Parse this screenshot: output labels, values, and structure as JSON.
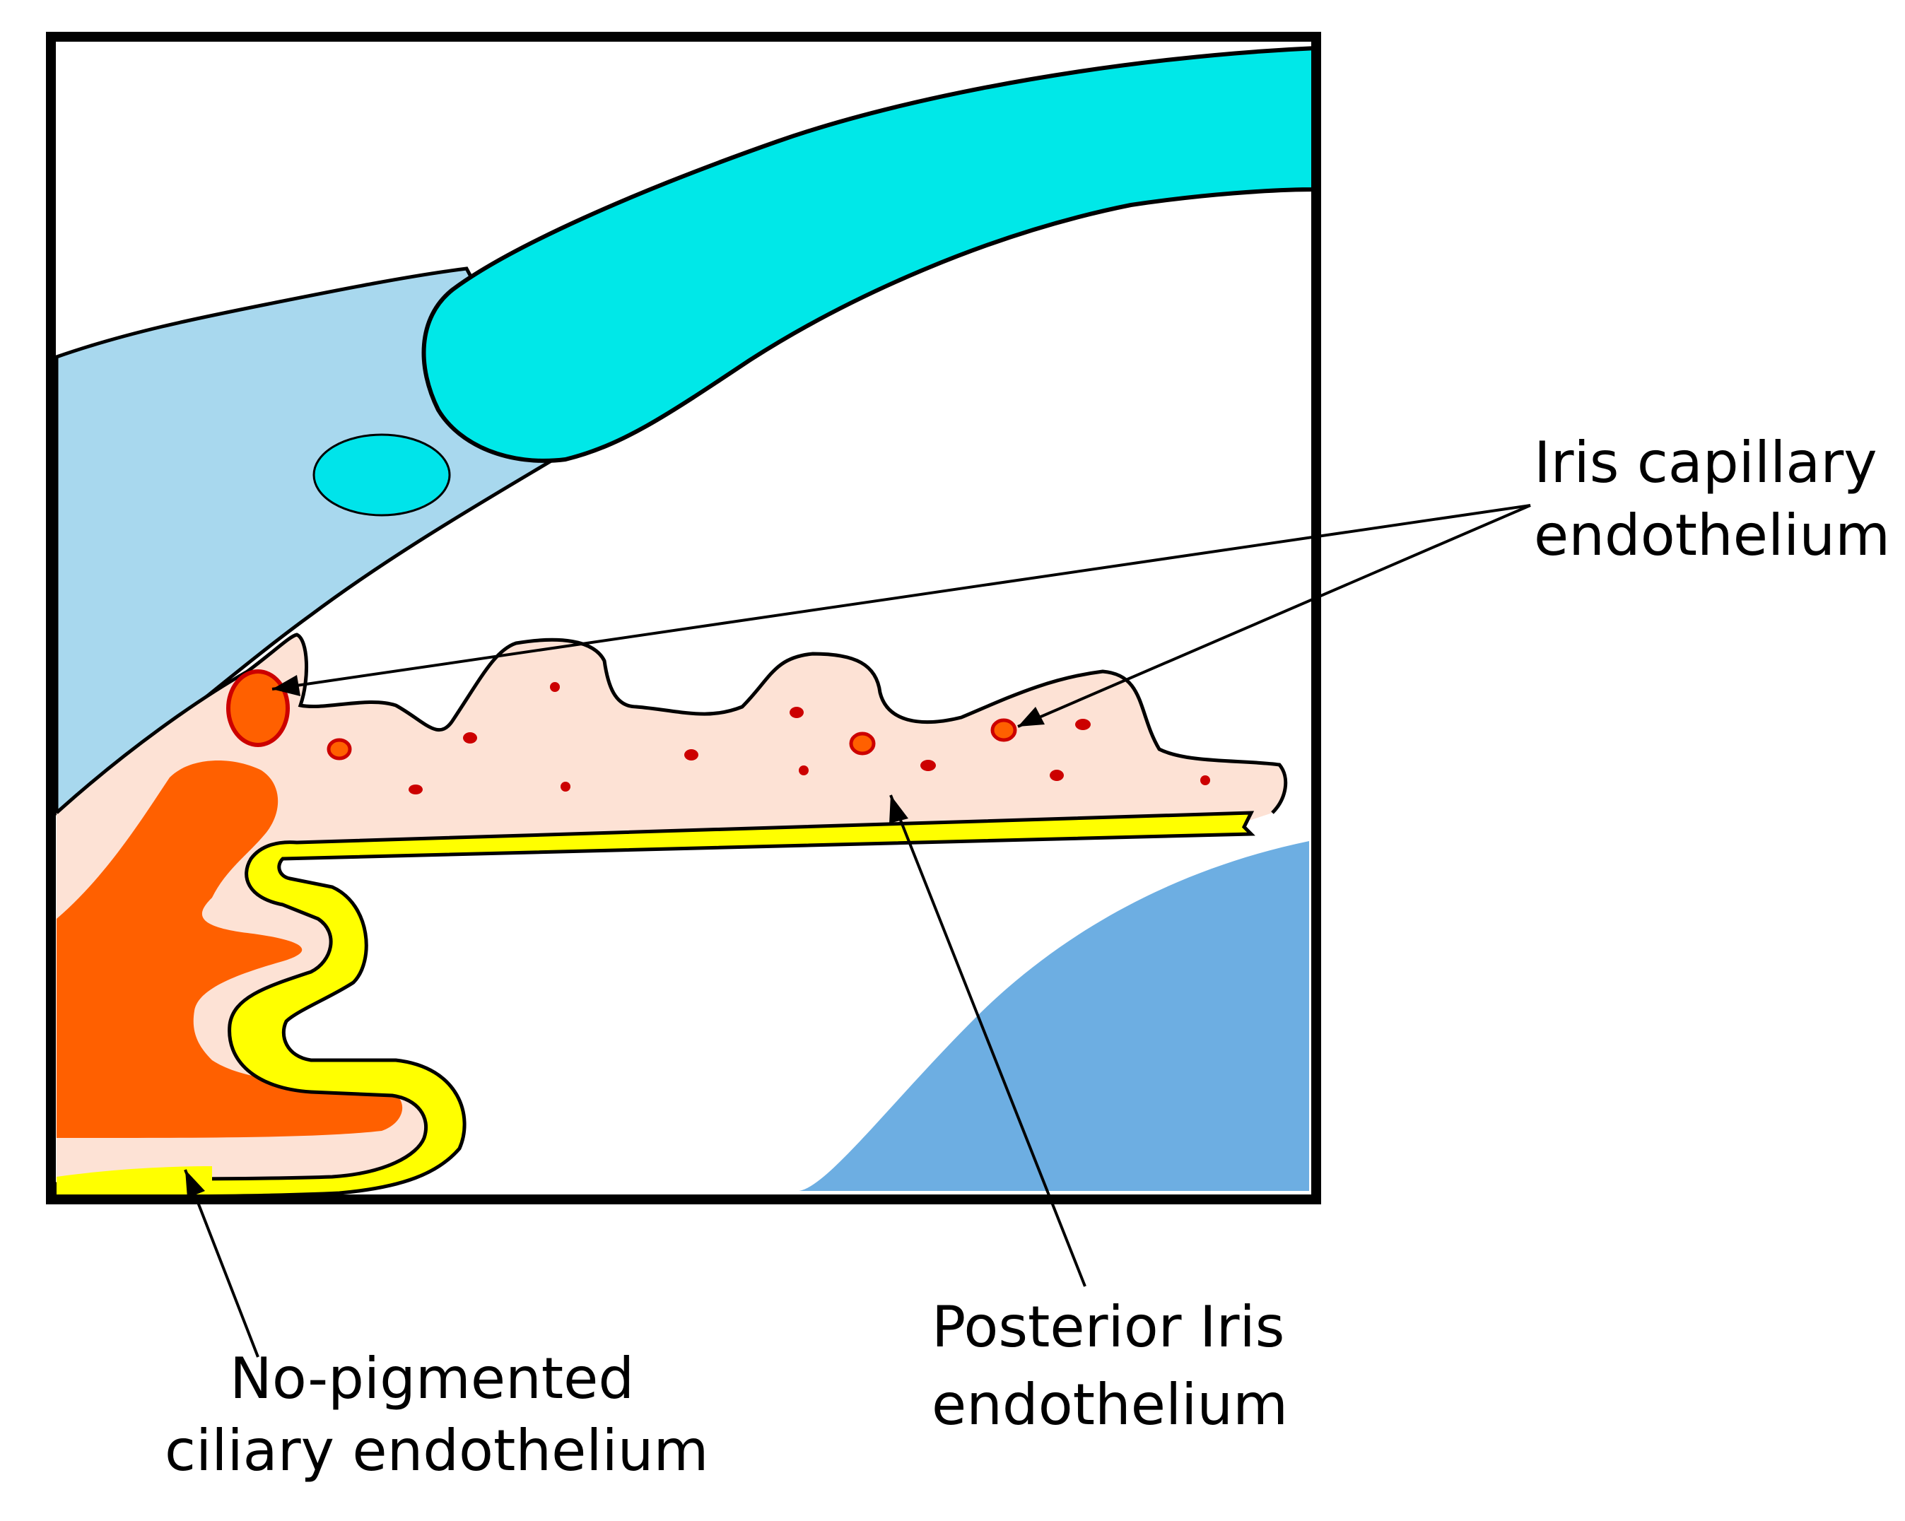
{
  "labels": {
    "iris_capillary": {
      "line1": "Iris capillary",
      "line2": "endothelium"
    },
    "posterior_iris": {
      "line1": "Posterior Iris",
      "line2": "endothelium"
    },
    "ciliary": {
      "line1": "No-pigmented",
      "line2": "ciliary endothelium"
    }
  },
  "colors": {
    "background": "#ffffff",
    "frame": "#000000",
    "cornea": "#00e8e8",
    "sclera": "#a8d8ee",
    "schlemm_canal": "#00e4ea",
    "iris_stroma": "#fde2d5",
    "pigment_epithelium": "#ffff00",
    "ciliary_muscle": "#ff6000",
    "lens": "#6daee2",
    "vessel_fill": "#ff6000",
    "vessel_outline": "#cc0000",
    "vessel_dot": "#cc0000"
  }
}
